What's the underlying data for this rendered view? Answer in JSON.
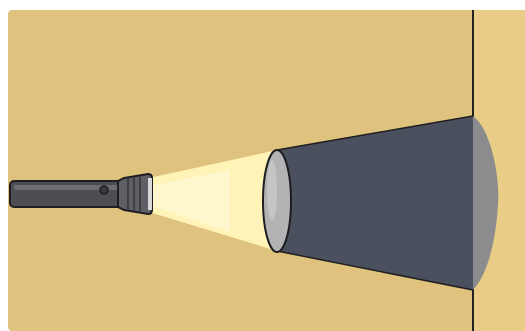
{
  "colors": {
    "background": "#ffffff",
    "wall": "#dfc27d",
    "wall_right": "#e9cd86",
    "wall_line": "#222222",
    "flashlight_body": "#4d4e54",
    "flashlight_head": "#5e5f64",
    "flashlight_highlight": "#7a7b80",
    "outline": "#1e1e22",
    "light_beam": "#fff3b8",
    "light_beam_edge": "#fffbe0",
    "lens": "#b3b3b5",
    "shadow": "#4a505d",
    "shadow_on_wall": "#8c8c8f"
  },
  "icons": {
    "flashlight": "flashlight-icon",
    "object": "disc-object",
    "shadow": "shadow-cone",
    "screen": "wall-screen"
  }
}
